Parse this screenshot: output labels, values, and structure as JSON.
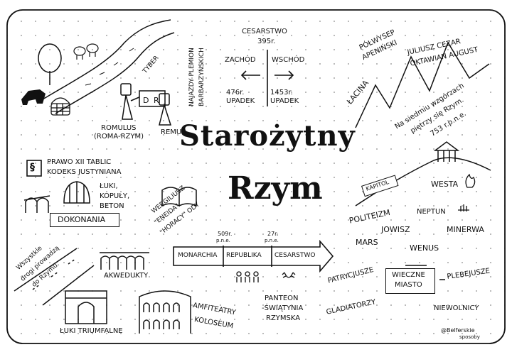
{
  "title": {
    "line1": "Starożytny",
    "line2": "Rzym"
  },
  "credit": {
    "line1": "@Belferskie",
    "line2": "sposoby"
  },
  "top_left": {
    "river": "TYBER",
    "romulus": "ROMULUS",
    "romulus_sub": "(ROMA-RZYM)",
    "remus": "REMUS"
  },
  "invasion": {
    "line1": "NAJAZDY PLEMION",
    "line2": "BARBARZYŃSKICH"
  },
  "empire": {
    "heading": "CESARSTWO",
    "year": "395r.",
    "west": "ZACHÓD",
    "east": "WSCHÓD",
    "west_year": "476r.",
    "west_fall": "UPADEK",
    "east_year": "1453r.",
    "east_fall": "UPADEK"
  },
  "apennine": {
    "line1": "PÓŁWYSEP",
    "line2": "APENIŃSKI",
    "latin": "ŁACINA",
    "caesar": "JULIUSZ CEZAR",
    "augustus": "OKTAWIAN AUGUST"
  },
  "founding": {
    "line1": "Na siedmiu wzgórzach",
    "line2": "piętrzy się Rzym.",
    "year": "753 r.p.n.e."
  },
  "law": {
    "line1": "PRAWO XII TABLIC",
    "line2": "KODEKS JUSTYNIANA",
    "icon_glyph": "§"
  },
  "arches": {
    "line1": "ŁUKI,",
    "line2": "KOPUŁY,",
    "line3": "BETON"
  },
  "achievements": "DOKONANIA",
  "authors": {
    "line1": "WERGILIUSZ",
    "line2": "\"ENEIDA\"",
    "line3": "\"HORACY\" ODY"
  },
  "roads": {
    "line1": "Wszystkie",
    "line2": "drogi prowadzą",
    "line3": "do Rzymu."
  },
  "aqueducts": "AKWEDUKTY",
  "timeline": {
    "periods": [
      "MONARCHIA",
      "REPUBLIKA",
      "CESARSTWO"
    ],
    "markers": [
      {
        "year": "509r.",
        "era": "p.n.e."
      },
      {
        "year": "27r.",
        "era": "p.n.e."
      }
    ]
  },
  "bottom": {
    "triumph": "ŁUKI TRIUMFALNE",
    "amphi_line1": "AMFITEATRY",
    "amphi_line2": "KOLOSEUM",
    "pantheon_line1": "PANTEON",
    "pantheon_line2": "-ŚWIĄTYNIA",
    "pantheon_line3": "RZYMSKA"
  },
  "capitol": {
    "label": "KAPITOL",
    "westa": "WESTA"
  },
  "religion": {
    "politeism": "POLITEIZM",
    "neptun": "NEPTUN",
    "jowisz": "JOWISZ",
    "minerwa": "MINERWA",
    "mars": "MARS",
    "wenus": "WENUS"
  },
  "society": {
    "patricians": "PATRYCJUSZE",
    "eternal_line1": "WIECZNE",
    "eternal_line2": "MIASTO",
    "plebeians": "PLEBEJUSZE",
    "gladiators": "GLADIATORZY",
    "slaves": "NIEWOLNICY"
  }
}
